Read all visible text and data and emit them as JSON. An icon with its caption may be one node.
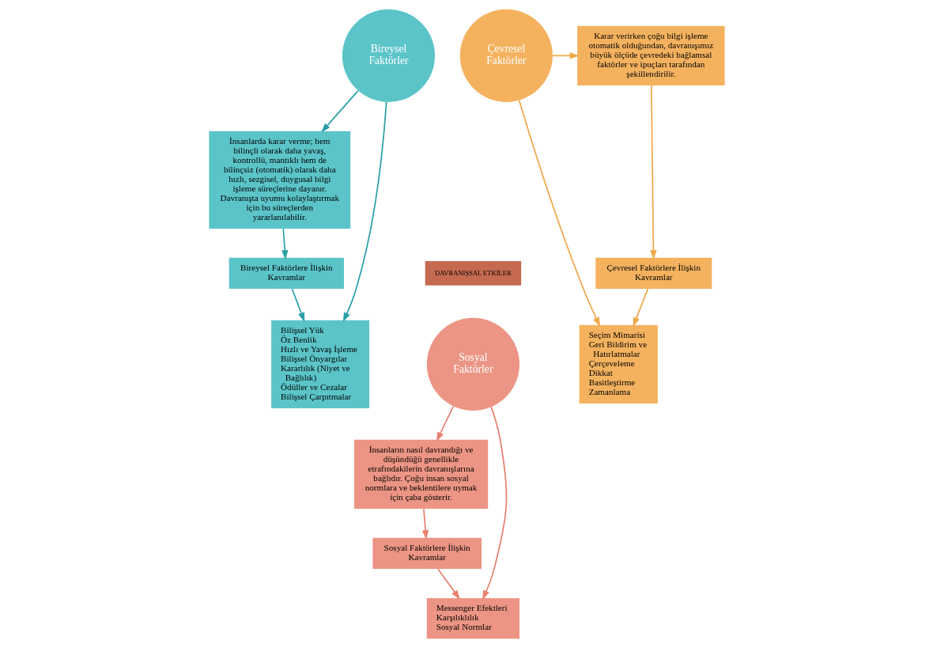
{
  "diagram": {
    "nodes": [
      {
        "text": [
          "Bireysel Faktörler"
        ]
      },
      {
        "text": [
          "Çevresel Faktörler"
        ]
      },
      {
        "text": [
          "Sosyal Faktörler"
        ]
      },
      {
        "text": [
          "DAVRANIŞSAL ETKİLER"
        ]
      },
      {
        "text": [
          "İnsanlarda karar verme; hem bilinçli olarak daha yavaş, kontrollü, mantıklı hem de bilinçsiz (otomatik) olarak daha hızlı, sezgisel, duygusal bilgi işleme süreçlerine dayanır. Davranışta uyumu kolaylaştırmak için bu süreçlerden yararlanılabilir."
        ]
      },
      {
        "text": [
          "Bireysel Faktörlere İlişkin Kavramlar"
        ]
      },
      {
        "text": [
          "Bilişsel Yük",
          "Öz Benlik",
          "Hızlı ve Yavaş İşleme",
          "Bilişsel Önyargılar",
          "Kararlılık (Niyet ve Bağlılık)",
          "Ödüller ve Cezalar",
          "Bilişsel Çarpıtmalar"
        ]
      },
      {
        "text": [
          "Karar verirken çoğu bilgi işleme otomatik olduğundan, davranışımız büyük ölçüde çevredeki bağlamsal faktörler ve ipuçları tarafından şekillendirilir."
        ]
      },
      {
        "text": [
          "Çevresel Faktörlere İlişkin Kavramlar"
        ]
      },
      {
        "text": [
          "Seçim Mimarisi",
          "Geri Bildirim ve Hatırlatmalar",
          "Çerçeveleme",
          "Dikkat",
          "Basitleştirme",
          "Zamanlama"
        ]
      },
      {
        "text": [
          "İnsanların nasıl davrandığı ve düşündüğü genellikle etrafındakilerin davranışlarına bağlıdır. Çoğu insan sosyal normlara ve beklentilere uymak için çaba gösterir."
        ]
      },
      {
        "text": [
          "Sosyal Faktörlere İlişkin Kavramlar"
        ]
      },
      {
        "text": [
          "Messenger Efektleri",
          "Karşılıklılık",
          "Sosyal Normlar"
        ]
      }
    ],
    "edges": [
      {
        "from": 0,
        "to": 4,
        "arrow": "to",
        "color": "#2a9fa8"
      },
      {
        "from": 4,
        "to": 5,
        "arrow": "to",
        "color": "#2a9fa8"
      },
      {
        "from": 5,
        "to": 6,
        "arrow": "to",
        "color": "#2a9fa8"
      },
      {
        "from": 0,
        "to": 6,
        "arrow": "to",
        "color": "#2a9fa8"
      },
      {
        "from": 1,
        "to": 7,
        "arrow": "to",
        "color": "#f0a848"
      },
      {
        "from": 7,
        "to": 8,
        "arrow": "to",
        "color": "#f0a848"
      },
      {
        "from": 8,
        "to": 9,
        "arrow": "to",
        "color": "#f0a848"
      },
      {
        "from": 1,
        "to": 9,
        "arrow": "to",
        "color": "#f0a848"
      },
      {
        "from": 2,
        "to": 10,
        "arrow": "to",
        "color": "#e8806f"
      },
      {
        "from": 2,
        "to": 12,
        "arrow": "to",
        "color": "#e8806f"
      },
      {
        "from": 10,
        "to": 11,
        "arrow": "to",
        "color": "#e8806f"
      },
      {
        "from": 11,
        "to": 12,
        "arrow": "to",
        "color": "#e8806f"
      }
    ]
  }
}
